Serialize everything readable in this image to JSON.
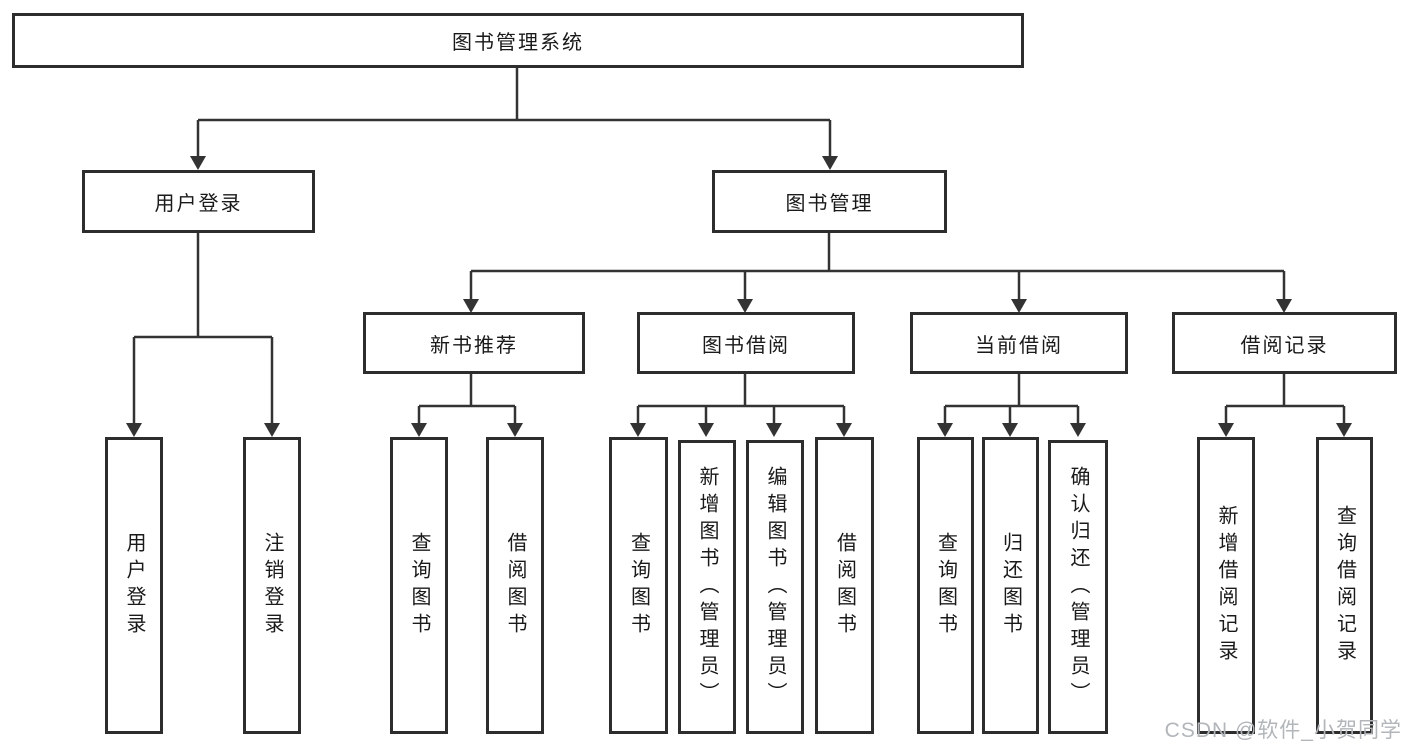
{
  "diagram": {
    "root": {
      "label": "图书管理系统"
    },
    "level2": [
      {
        "label": "用户登录"
      },
      {
        "label": "图书管理"
      }
    ],
    "level3": [
      {
        "label": "新书推荐"
      },
      {
        "label": "图书借阅"
      },
      {
        "label": "当前借阅"
      },
      {
        "label": "借阅记录"
      }
    ],
    "leaves": {
      "user_login": [
        {
          "label": "用户登录"
        },
        {
          "label": "注销登录"
        }
      ],
      "new_book_recommend": [
        {
          "label": "查询图书"
        },
        {
          "label": "借阅图书"
        }
      ],
      "book_borrow": [
        {
          "label": "查询图书"
        },
        {
          "label": "新增图书（管理员）"
        },
        {
          "label": "编辑图书（管理员）"
        },
        {
          "label": "借阅图书"
        }
      ],
      "current_borrow": [
        {
          "label": "查询图书"
        },
        {
          "label": "归还图书"
        },
        {
          "label": "确认归还（管理员）"
        }
      ],
      "borrow_records": [
        {
          "label": "新增借阅记录"
        },
        {
          "label": "查询借阅记录"
        }
      ]
    }
  },
  "watermark": "CSDN @软件_小贺同学",
  "colors": {
    "box_border": "#2d2d2d",
    "connector": "#333333",
    "text": "#1a1a1a",
    "watermark": "#b2b6ba",
    "background": "#ffffff"
  }
}
